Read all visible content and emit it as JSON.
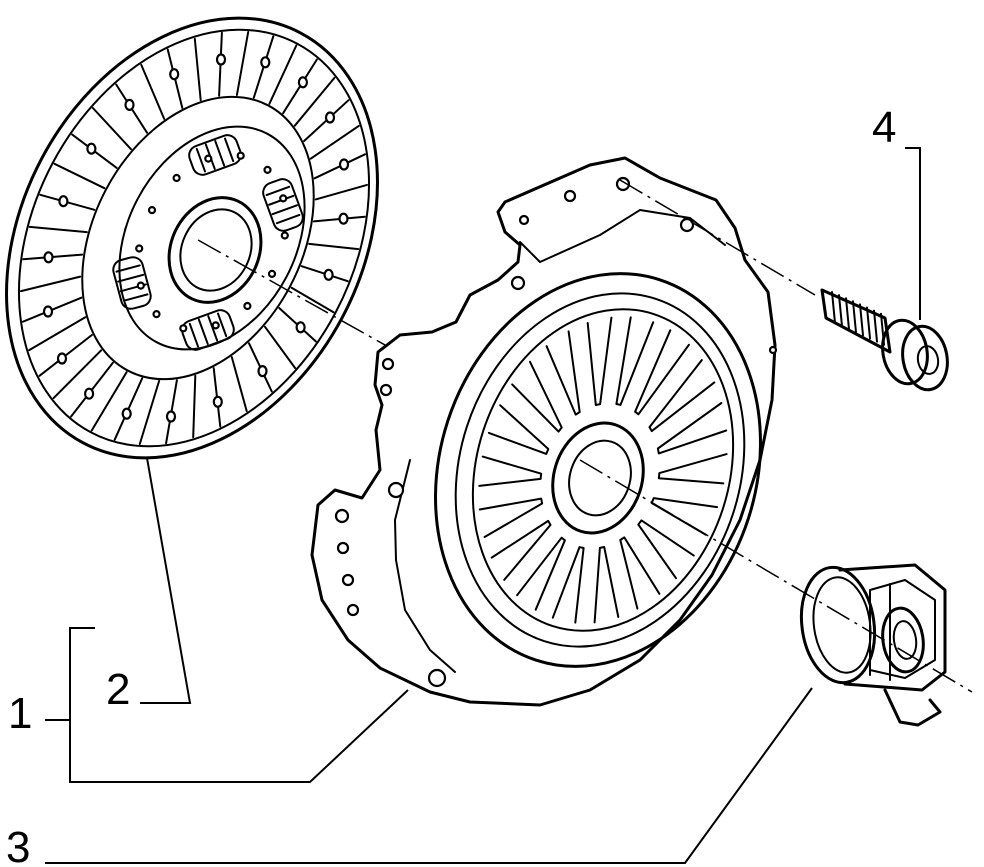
{
  "callouts": {
    "clutch_kit": "1",
    "clutch_disc": "2",
    "release_bearing": "3",
    "bolt": "4"
  }
}
